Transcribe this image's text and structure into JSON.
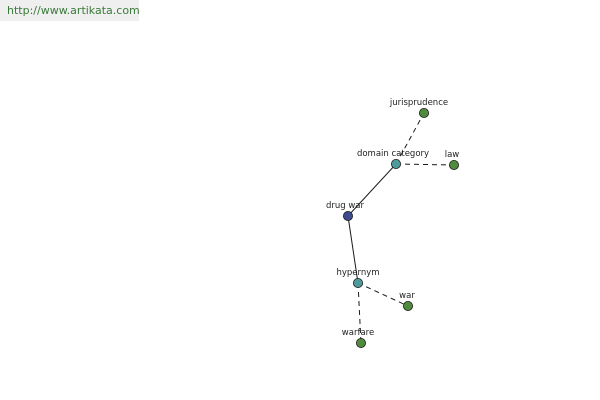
{
  "banner": {
    "url": "http://www.artikata.com"
  },
  "colors": {
    "focus_node": "#3e4b8e",
    "relation_node": "#4f9a9a",
    "leaf_node": "#4f8a3e",
    "node_stroke": "#1a1a1a",
    "edge": "#1a1a1a",
    "banner_bg": "#efefef",
    "banner_text": "#3a7a3a"
  },
  "graph": {
    "nodes": [
      {
        "id": "drug_war",
        "label": "drug war",
        "kind": "focus"
      },
      {
        "id": "domain_category",
        "label": "domain category",
        "kind": "relation"
      },
      {
        "id": "jurisprudence",
        "label": "jurisprudence",
        "kind": "leaf"
      },
      {
        "id": "law",
        "label": "law",
        "kind": "leaf"
      },
      {
        "id": "hypernym",
        "label": "hypernym",
        "kind": "relation"
      },
      {
        "id": "war",
        "label": "war",
        "kind": "leaf"
      },
      {
        "id": "warfare",
        "label": "warfare",
        "kind": "leaf"
      }
    ],
    "edges": [
      {
        "from": "drug_war",
        "to": "domain_category",
        "style": "solid"
      },
      {
        "from": "drug_war",
        "to": "hypernym",
        "style": "solid"
      },
      {
        "from": "domain_category",
        "to": "jurisprudence",
        "style": "dashed"
      },
      {
        "from": "domain_category",
        "to": "law",
        "style": "dashed"
      },
      {
        "from": "hypernym",
        "to": "war",
        "style": "dashed"
      },
      {
        "from": "hypernym",
        "to": "warfare",
        "style": "dashed"
      }
    ]
  }
}
